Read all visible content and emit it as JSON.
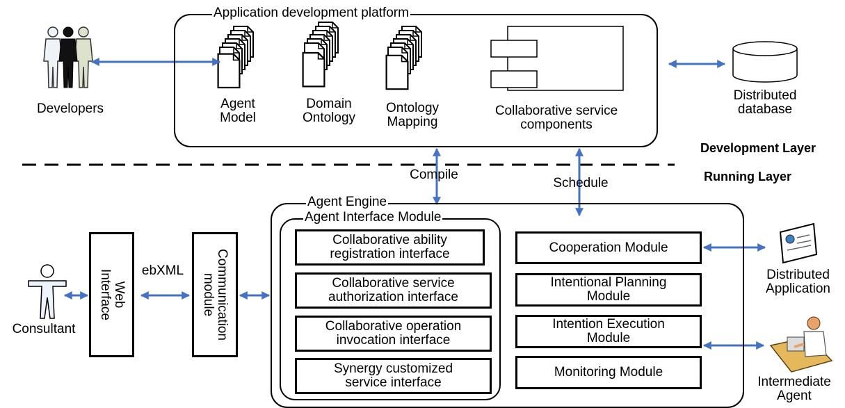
{
  "platform": {
    "title": "Application development platform",
    "agent_model": "Agent\nModel",
    "domain_ontology": "Domain\nOntology",
    "ontology_mapping": "Ontology\nMapping",
    "collab_components": "Collaborative service\ncomponents"
  },
  "developers": "Developers",
  "database": "Distributed\ndatabase",
  "layers": {
    "development": "Development Layer",
    "running": "Running Layer"
  },
  "compile": "Compile",
  "schedule": "Schedule",
  "engine": {
    "title": "Agent Engine",
    "interface_module": "Agent Interface Module",
    "interfaces": [
      "Collaborative ability\nregistration interface",
      "Collaborative service\nauthorization interface",
      "Collaborative operation\ninvocation interface",
      "Synergy customized\nservice interface"
    ],
    "modules": [
      "Cooperation Module",
      "Intentional Planning\nModule",
      "Intention Execution\nModule",
      "Monitoring Module"
    ]
  },
  "consultant": "Consultant",
  "web_interface": "Web\nInterface",
  "ebxml": "ebXML",
  "communication": "Communication\nmodule",
  "distributed_app": "Distributed\nApplication",
  "intermediate_agent": "Intermediate\nAgent",
  "colors": {
    "arrow": "#4472c4",
    "line": "#000000"
  }
}
